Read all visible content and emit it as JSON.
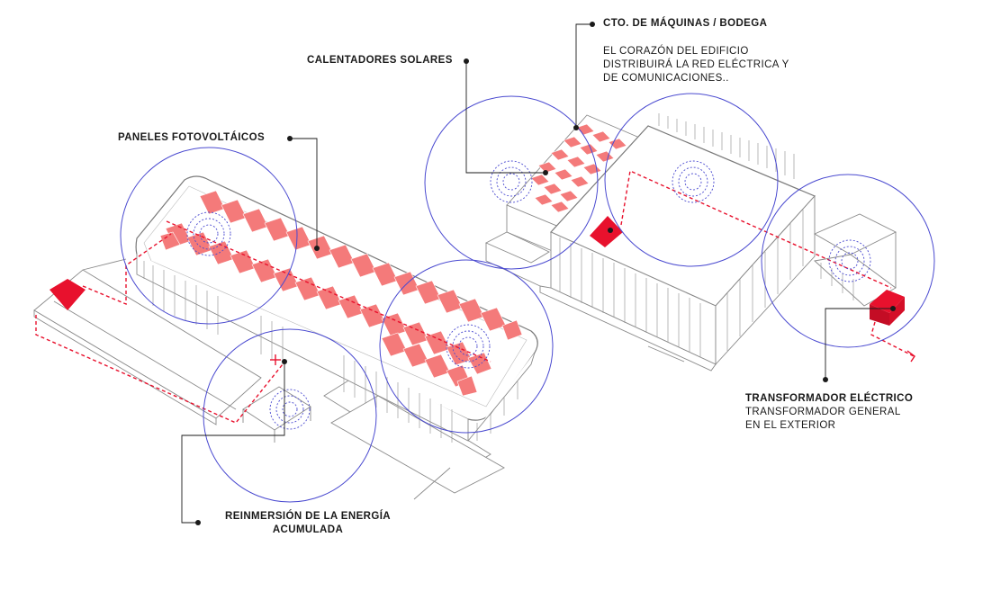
{
  "labels": {
    "paneles": "PANELES FOTOVOLTÁICOS",
    "calentadores": "CALENTADORES SOLARES",
    "cto_title": "CTO. DE MÁQUINAS / BODEGA",
    "cto_desc_1": "EL CORAZÓN DEL EDIFICIO",
    "cto_desc_2": "DISTRIBUIRÁ LA RED ELÉCTRICA Y",
    "cto_desc_3": "DE COMUNICACIONES..",
    "transformador_title": "TRANSFORMADOR ELÉCTRICO",
    "transformador_desc_1": "TRANSFORMADOR GENERAL",
    "transformador_desc_2": "EN EL EXTERIOR",
    "reinmersion_1": "REINMERSIÓN DE LA ENERGÍA",
    "reinmersion_2": "ACUMULADA"
  },
  "colors": {
    "panel_fill": "#f47a7a",
    "accent_red": "#e8112d",
    "circle_stroke": "#4a4ad0",
    "line_gray": "#8a8a8a",
    "text": "#1a1a1a"
  }
}
